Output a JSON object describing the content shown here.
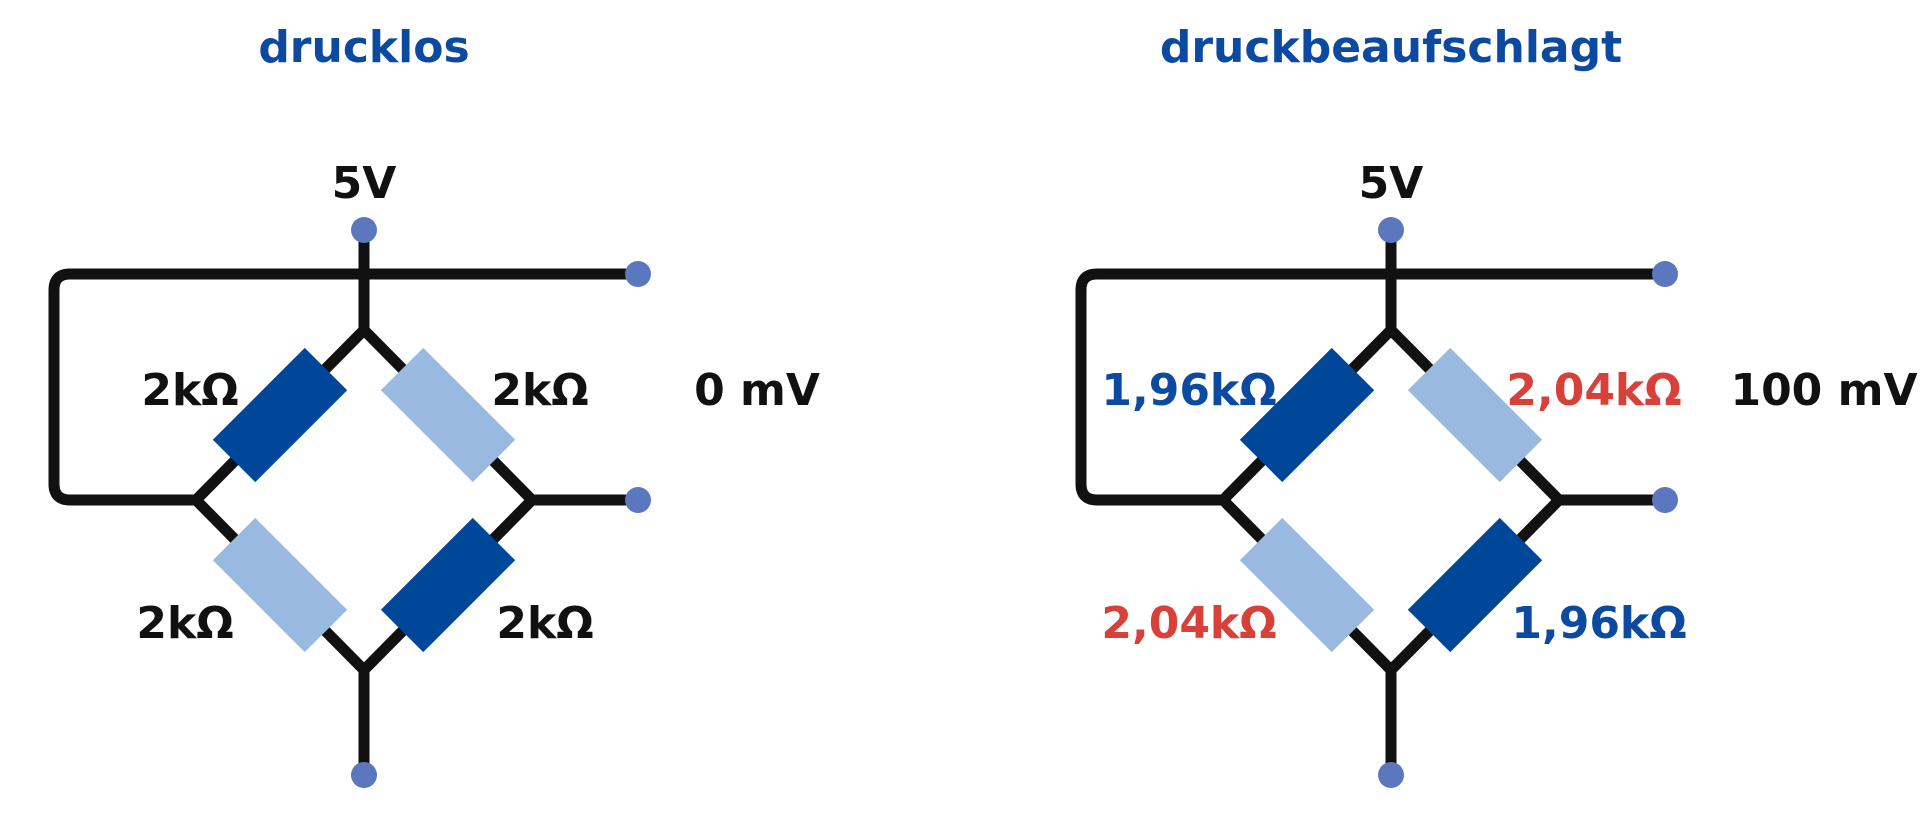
{
  "colors": {
    "wire": "#111111",
    "node": "#5b78bf",
    "dark_resistor": "#00479a",
    "light_resistor": "#9ab9e0",
    "title": "#0b4aa0",
    "text": "#111111",
    "decreased": "#0b4aa0",
    "increased": "#d8403a"
  },
  "panels": [
    {
      "title": "drucklos",
      "supply": "5V",
      "output": "0 mV",
      "resistors": {
        "upper_left": {
          "value": "2kΩ",
          "tone": "text"
        },
        "upper_right": {
          "value": "2kΩ",
          "tone": "text"
        },
        "lower_left": {
          "value": "2kΩ",
          "tone": "text"
        },
        "lower_right": {
          "value": "2kΩ",
          "tone": "text"
        }
      }
    },
    {
      "title": "druckbeaufschlagt",
      "supply": "5V",
      "output": "100 mV",
      "resistors": {
        "upper_left": {
          "value": "1,96kΩ",
          "tone": "decreased"
        },
        "upper_right": {
          "value": "2,04kΩ",
          "tone": "increased"
        },
        "lower_left": {
          "value": "2,04kΩ",
          "tone": "increased"
        },
        "lower_right": {
          "value": "1,96kΩ",
          "tone": "decreased"
        }
      }
    }
  ]
}
